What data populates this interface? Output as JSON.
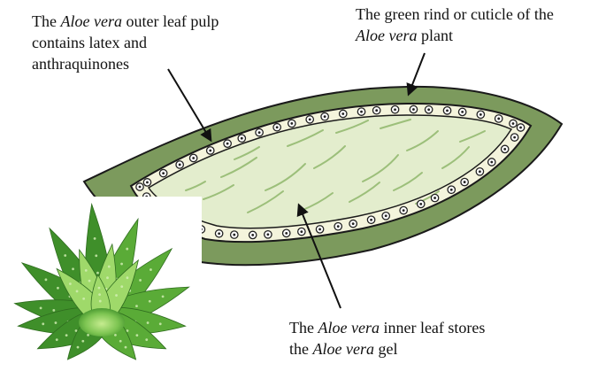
{
  "labels": {
    "outer_pulp": {
      "line1": {
        "pre": "The ",
        "em": "Aloe vera",
        "post": " outer leaf pulp"
      },
      "line2": "contains latex and",
      "line3": "anthraquinones"
    },
    "rind": {
      "line1": "The green rind or cuticle of the",
      "line2": {
        "em": "Aloe vera",
        "post": " plant"
      }
    },
    "inner_leaf": {
      "line1": {
        "pre": "The ",
        "em": "Aloe vera",
        "post": " inner leaf stores"
      },
      "line2": {
        "pre": "the ",
        "em": "Aloe vera",
        "post": " gel"
      }
    }
  },
  "colors": {
    "rind": "#7c9a5d",
    "pulp": "#f4f4dc",
    "gel": "#e3edcd",
    "gel_streaks": "#9cbf7a",
    "cell_outline": "#222222",
    "outline": "#1a1a1a",
    "plant_light": "#9fd96a",
    "plant_dark": "#3f8f2a"
  },
  "icons": {
    "plant": "aloe-plant-icon",
    "cell": "cell-dot-icon"
  }
}
